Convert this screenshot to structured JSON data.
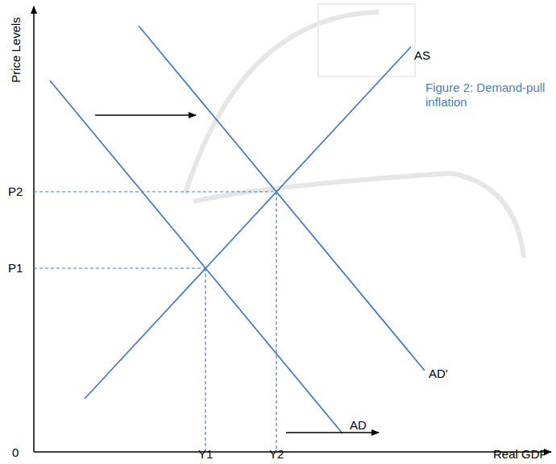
{
  "diagram": {
    "caption": "Figure 2: Demand-pull inflation",
    "labels": [
      "Price Levels",
      "AS",
      "P2",
      "P1",
      "0",
      "Y1",
      "Y2",
      "Real GDP",
      "AD",
      "AD'"
    ]
  }
}
